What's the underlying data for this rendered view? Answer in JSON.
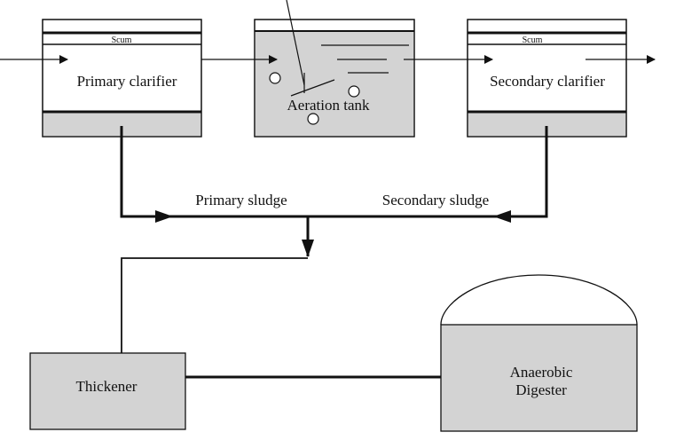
{
  "primary_clarifier": {
    "label": "Primary clarifier",
    "scum_label": "Scum"
  },
  "aeration_tank": {
    "label": "Aeration tank"
  },
  "secondary_clarifier": {
    "label": "Secondary clarifier",
    "scum_label": "Scum"
  },
  "sludge_lines": {
    "primary_label": "Primary sludge",
    "secondary_label": "Secondary sludge"
  },
  "thickener": {
    "label": "Thickener"
  },
  "digester": {
    "label_line1": "Anaerobic",
    "label_line2": "Digester"
  },
  "colors": {
    "fill": "#d3d3d3",
    "stroke": "#111111",
    "background": "#ffffff"
  }
}
